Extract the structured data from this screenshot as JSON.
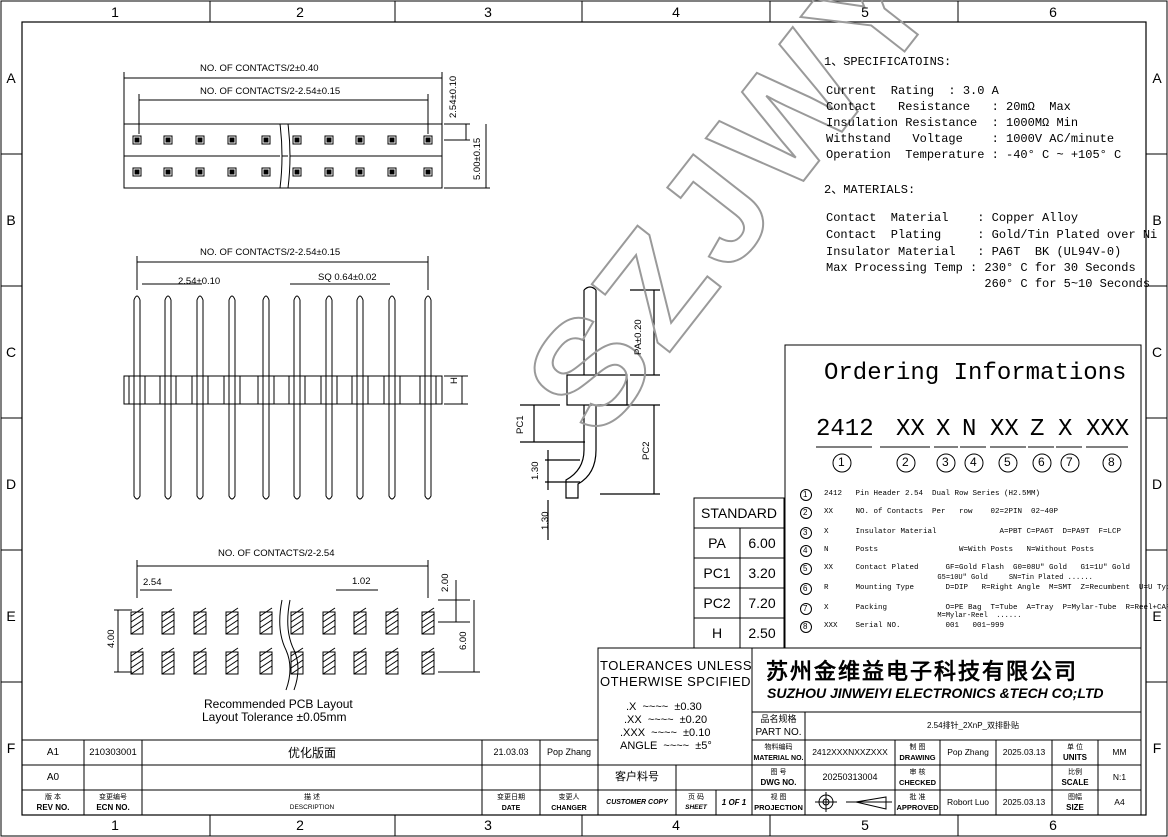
{
  "border": {
    "columns": [
      "1",
      "2",
      "3",
      "4",
      "5",
      "6"
    ],
    "rows": [
      "A",
      "B",
      "C",
      "D",
      "E",
      "F"
    ]
  },
  "drawing": {
    "dim_contacts_top": "NO. OF CONTACTS/2±0.40",
    "dim_contacts_pitch_top": "NO. OF CONTACTS/2-2.54±0.15",
    "dim_254_010_right": "2.54±0.10",
    "dim_500_015": "5.00±0.15",
    "dim_contacts_pitch_mid": "NO. OF CONTACTS/2-2.54±0.15",
    "dim_pitch": "2.54±0.10",
    "dim_sq": "SQ 0.64±0.02",
    "dim_h": "H",
    "dim_pa": "PA±0.20",
    "dim_pc1": "PC1",
    "dim_pc2": "PC2",
    "dim_130_a": "1.30",
    "dim_130_b": "1.30",
    "dim_pcb_contacts": "NO. OF CONTACTS/2-2.54",
    "dim_pcb_254": "2.54",
    "dim_pcb_102": "1.02",
    "dim_pcb_200": "2.00",
    "dim_pcb_400": "4.00",
    "dim_pcb_600": "6.00",
    "pcb_caption_1": "Recommended PCB Layout",
    "pcb_caption_2": "Layout Tolerance ±0.05mm",
    "watermark": "SZJWY"
  },
  "specs": {
    "title1": "1、SPECIFICATOINS:",
    "lines1": [
      "Current  Rating  : 3.0 A",
      "Contact   Resistance   : 20mΩ  Max",
      "Insulation Resistance  : 1000MΩ Min",
      "Withstand   Voltage    : 1000V AC/minute",
      "Operation  Temperature : -40° C ~ +105° C"
    ],
    "title2": "2、MATERIALS:",
    "lines2": [
      "Contact  Material    : Copper Alloy",
      "Contact  Plating     : Gold/Tin Plated over Ni",
      "Insulator Material   : PA6T  BK (UL94V-0)",
      "Max Processing Temp : 230° C for 30 Seconds",
      "                      260° C for 5~10 Seconds"
    ]
  },
  "ordering": {
    "title": "Ordering Informations",
    "code_parts": [
      "2412",
      "XX",
      "X",
      "N",
      "XX",
      "Z",
      "X",
      "XXX"
    ],
    "circles": [
      "1",
      "2",
      "3",
      "4",
      "5",
      "6",
      "7",
      "8"
    ],
    "legend": [
      "2412   Pin Header 2.54  Dual Row Series (H2.5MM)",
      "XX     NO. of Contacts  Per   row    02=2PIN  02~40P",
      "X      Insulator Material              A=PBT C=PA6T  D=PA9T  F=LCP",
      "N      Posts                  W=With Posts   N=Without Posts",
      "XX     Contact Plated      GF=Gold Flash  G0=08U\" Gold   G1=1U\" Gold",
      "                           G5=10U\" Gold     SN=Tin Plated ......",
      "R      Mounting Type       D=DIP   R=Right Angle  M=SMT  Z=Recumbent  U=U Type",
      "X      Packing             O=PE Bag  T=Tube  A=Tray  P=Mylar-Tube  R=Reel+CAP",
      "                           M=Mylar-Reel  ......",
      "XXX    Serial NO.          001   001~999"
    ]
  },
  "standard": {
    "header": "STANDARD",
    "rows": [
      {
        "name": "PA",
        "value": "6.00"
      },
      {
        "name": "PC1",
        "value": "3.20"
      },
      {
        "name": "PC2",
        "value": "7.20"
      },
      {
        "name": "H",
        "value": "2.50"
      }
    ]
  },
  "tolerances": {
    "title1": "TOLERANCES UNLESS",
    "title2": "OTHERWISE SPCIFIED",
    "lines": [
      ".X  ~~~~  ±0.30",
      ".XX  ~~~~  ±0.20",
      ".XXX  ~~~~  ±0.10",
      "ANGLE  ~~~~  ±5°"
    ]
  },
  "company": {
    "name_cn": "苏州金维益电子科技有限公司",
    "name_en": "SUZHOU JINWEIYI ELECTRONICS &TECH CO;LTD"
  },
  "titleblock": {
    "part_label_cn": "品名规格",
    "part_label_en": "PART NO.",
    "part_value": "2.54排针_2XnP_双排卧贴",
    "material_label_cn": "物料编码",
    "material_label_en": "MATERIAL NO.",
    "material_value": "2412XXXNXXZXXX",
    "drawing_label_cn": "制 图",
    "drawing_label_en": "DRAWING",
    "drawing_by": "Pop Zhang",
    "drawing_date": "2025.03.13",
    "units_label_cn": "单 位",
    "units_label_en": "UNITS",
    "units_value": "MM",
    "dwg_label_cn": "图 号",
    "dwg_label_en": "DWG NO.",
    "dwg_value": "20250313004",
    "checked_label_cn": "审 核",
    "checked_label_en": "CHECKED",
    "scale_label_cn": "比例",
    "scale_label_en": "SCALE",
    "scale_value": "N:1",
    "customer_cn": "客户料号",
    "customer_label_en": "CUSTOMER COPY",
    "sheet_label_cn": "页 码",
    "sheet_label_en": "SHEET",
    "sheet_value": "1 OF 1",
    "projection_label_cn": "视 图",
    "projection_label_en": "PROJECTION",
    "approved_label_cn": "批 准",
    "approved_label_en": "APPROVED",
    "approved_by": "Robort Luo",
    "approved_date": "2025.03.13",
    "size_label_cn": "图幅",
    "size_label_en": "SIZE",
    "size_value": "A4"
  },
  "revisions": {
    "rows": [
      {
        "rev": "A1",
        "ecn": "210303001",
        "desc": "优化版面",
        "date": "21.03.03",
        "changer": "Pop Zhang"
      },
      {
        "rev": "A0",
        "ecn": "",
        "desc": "",
        "date": "",
        "changer": ""
      }
    ],
    "hdr_rev_cn": "版 本",
    "hdr_rev_en": "REV NO.",
    "hdr_ecn_cn": "变更编号",
    "hdr_ecn_en": "ECN  NO.",
    "hdr_desc_cn": "描 述",
    "hdr_desc_en": "DESCRIPTION",
    "hdr_date_cn": "变更日期",
    "hdr_date_en": "DATE",
    "hdr_changer_cn": "变更人",
    "hdr_changer_en": "CHANGER"
  }
}
